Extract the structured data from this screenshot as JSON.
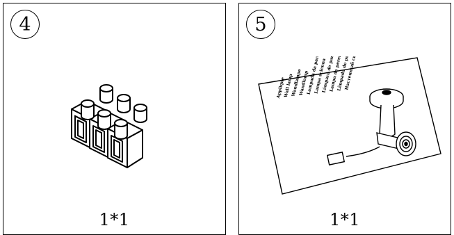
{
  "panels": [
    {
      "step_number": "4",
      "quantity": "1*1",
      "illustration": "terminal-block-connector"
    },
    {
      "step_number": "5",
      "quantity": "1*1",
      "illustration": "instruction-manual",
      "manual_lines": [
        "Applique",
        "Wall lamp",
        "Wandlampe",
        "Wandlamp",
        "Lampada da parete",
        "Lampa ścienna",
        "Lámpara de pared",
        "Lampa de perete",
        "Lâmpada de parede",
        "Настенный светильник"
      ]
    }
  ]
}
